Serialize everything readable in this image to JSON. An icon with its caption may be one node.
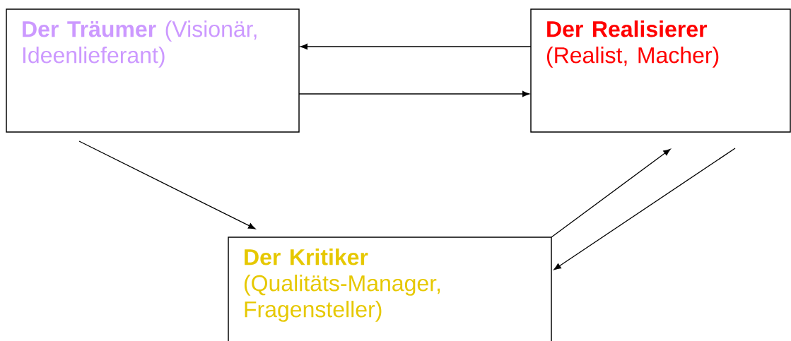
{
  "diagram": {
    "nodes": [
      {
        "text": [
          "**Der Träumer** (Visionär, Ideenlieferant)"
        ]
      },
      {
        "text": [
          "**Der Realisierer** (Realist, Macher)"
        ]
      },
      {
        "text": [
          "**Der Kritiker** (Qualitäts-Manager, Fragensteller)"
        ]
      }
    ],
    "edges": [
      {
        "from": 1,
        "to": 0,
        "arrow": "to"
      },
      {
        "from": 0,
        "to": 1,
        "arrow": "to"
      },
      {
        "from": 0,
        "to": 2,
        "arrow": "to"
      },
      {
        "from": 2,
        "to": 1,
        "arrow": "to"
      },
      {
        "from": 1,
        "to": 2,
        "arrow": "to"
      }
    ]
  }
}
